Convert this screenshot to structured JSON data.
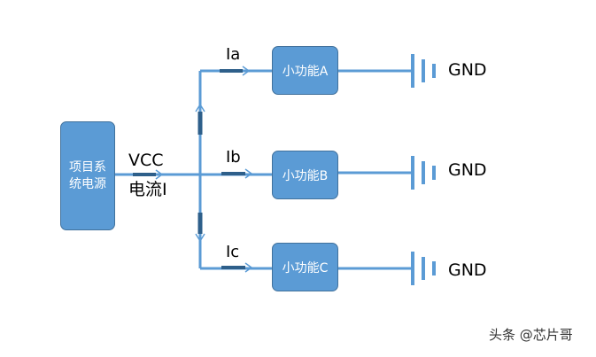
{
  "source": {
    "label": "项目系统电源"
  },
  "supply": {
    "vcc_label": "VCC",
    "current_label": "电流I"
  },
  "branches": [
    {
      "current": "Ia",
      "function": "小功能A",
      "ground": "GND"
    },
    {
      "current": "Ib",
      "function": "小功能B",
      "ground": "GND"
    },
    {
      "current": "Ic",
      "function": "小功能C",
      "ground": "GND"
    }
  ],
  "watermark": "头条 @芯片哥",
  "colors": {
    "box_fill": "#5b9bd5",
    "box_border": "#41719c",
    "wire": "#5b9bd5",
    "arrow": "#2e5f8a",
    "ground_symbol": "#5b9bd5"
  }
}
